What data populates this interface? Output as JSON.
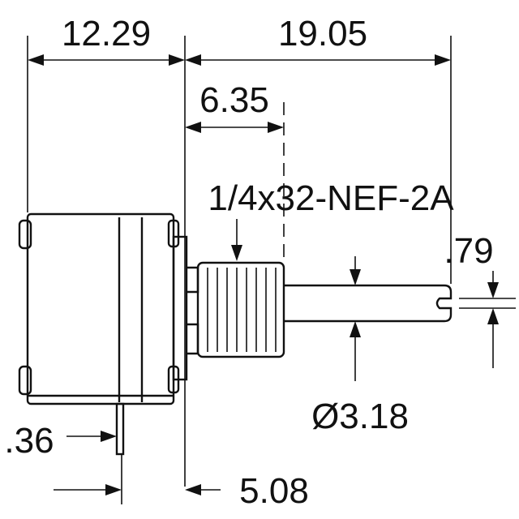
{
  "dimensions": {
    "body_depth": "12.29",
    "shaft_length": "19.05",
    "bushing_length": "6.35",
    "thread_spec": "1/4x32-NEF-2A",
    "slot_width": ".79",
    "shaft_diameter": "Ø3.18",
    "terminal_thickness": ".36",
    "terminal_offset": "5.08"
  },
  "colors": {
    "line": "#111111",
    "background": "#ffffff"
  }
}
